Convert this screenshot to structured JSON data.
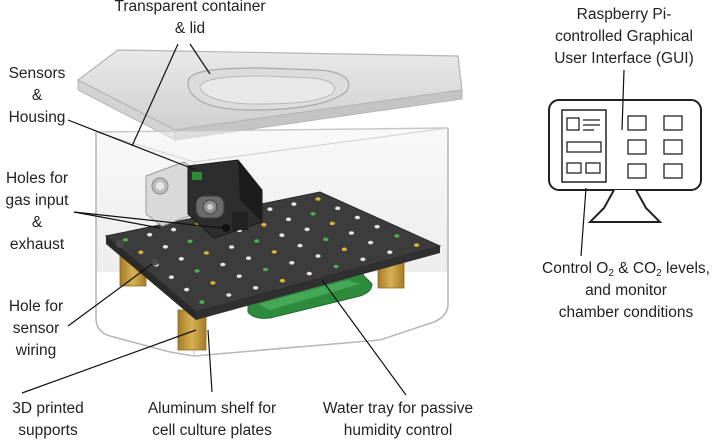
{
  "labels": {
    "container": [
      "Transparent container",
      "& lid"
    ],
    "gui": [
      "Raspberry Pi-",
      "controlled Graphical",
      "User Interface (GUI)"
    ],
    "sensors": [
      "Sensors",
      "&",
      "Housing"
    ],
    "holes_gas": [
      "Holes for",
      "gas input",
      "&",
      "exhaust"
    ],
    "hole_wiring": [
      "Hole for",
      "sensor",
      "wiring"
    ],
    "supports": [
      "3D printed",
      "supports"
    ],
    "shelf": [
      "Aluminum shelf for",
      "cell culture plates"
    ],
    "tray": [
      "Water tray for passive",
      "humidity control"
    ],
    "control": {
      "pre": "Control O",
      "o2_sub": "2",
      "mid": " & CO",
      "co2_sub": "2",
      "post": " levels,",
      "line2": "and monitor",
      "line3": "chamber conditions"
    }
  },
  "colors": {
    "shelf": "#3c3c3c",
    "shelf_hole_green": "#4caf50",
    "shelf_hole_yellow": "#d9b63a",
    "tray": "#2e8b3e",
    "supports": "#c49a3c",
    "container_outline": "#b8b8b8",
    "monitor_outline": "#222222",
    "leader_line": "#111111"
  }
}
